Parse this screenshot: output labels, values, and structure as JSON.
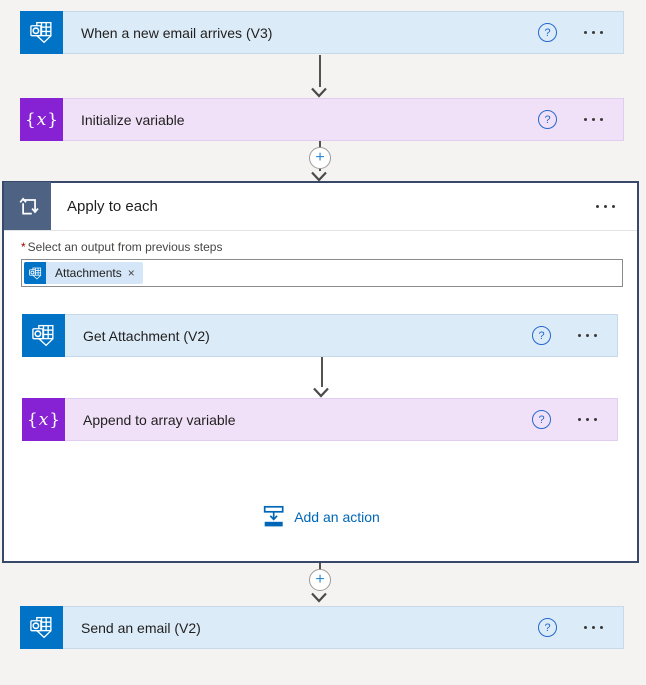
{
  "app": "flow-designer",
  "colors": {
    "outlook_blue": "#0173c7",
    "card_blue_bg": "#dcebf8",
    "variable_purple": "#8722d4",
    "card_purple_bg": "#f0e1f8",
    "scope_border": "#37496a",
    "scope_icon_bg": "#4e6383",
    "link_blue": "#0067b8",
    "connector_gray": "#55534f",
    "help_blue": "#2468cf"
  },
  "icons": {
    "plus": "+",
    "close": "×",
    "help": "?",
    "variable_glyph": "x"
  },
  "trigger": {
    "title": "When a new email arrives (V3)"
  },
  "initialize_variable": {
    "title": "Initialize variable"
  },
  "apply_to_each": {
    "title": "Apply to each",
    "required_marker": "*",
    "output_label": "Select an output from previous steps",
    "token": {
      "label": "Attachments"
    },
    "get_attachment": {
      "title": "Get Attachment (V2)"
    },
    "append_to_array": {
      "title": "Append to array variable"
    },
    "add_action": {
      "label": "Add an action"
    }
  },
  "send_email": {
    "title": "Send an email (V2)"
  }
}
